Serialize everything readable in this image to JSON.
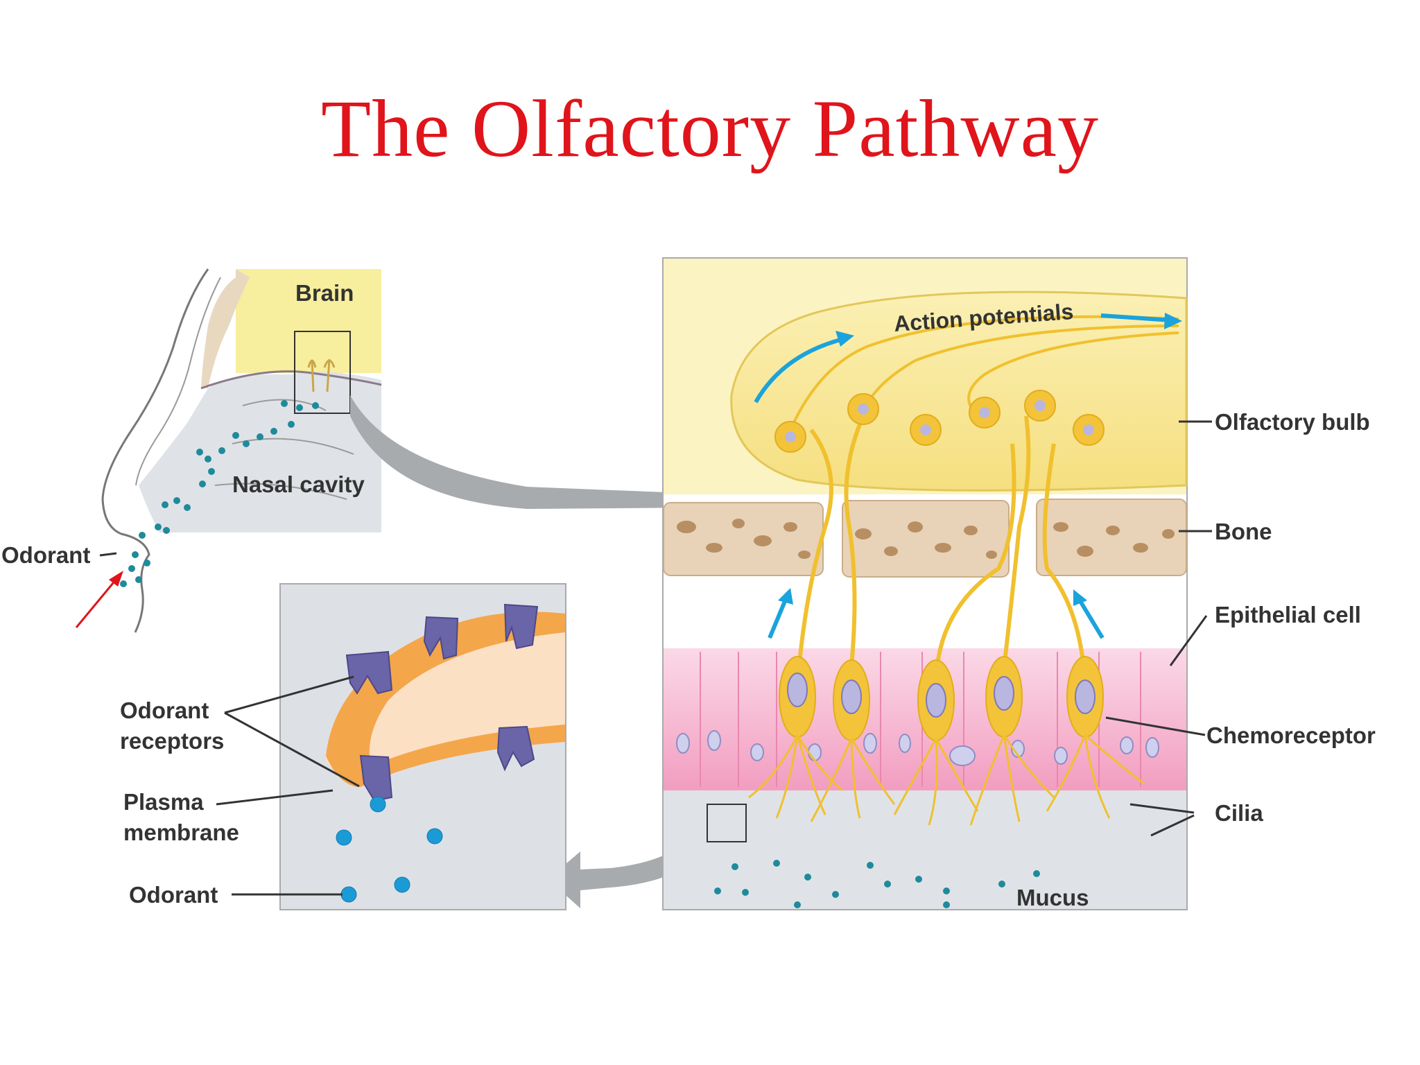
{
  "title": "The Olfactory Pathway",
  "labels": {
    "brain": "Brain",
    "nasal_cavity": "Nasal cavity",
    "odorant_nose": "Odorant",
    "odorant_receptors_line1": "Odorant",
    "odorant_receptors_line2": "receptors",
    "plasma_membrane_line1": "Plasma",
    "plasma_membrane_line2": "membrane",
    "odorant_detail": "Odorant",
    "action_potentials": "Action potentials",
    "olfactory_bulb": "Olfactory bulb",
    "bone": "Bone",
    "epithelial_cell": "Epithelial cell",
    "chemoreceptor": "Chemoreceptor",
    "cilia": "Cilia",
    "mucus": "Mucus"
  },
  "colors": {
    "title": "#e0141b",
    "label_text": "#333333",
    "bulb_yellow": "#f7e58c",
    "neuron": "#f0c02e",
    "epithelium_pink": "#f2a9c6",
    "bone": "#e8d3b8",
    "odorant_dot": "#1b9bd6",
    "receptor": "#6a64a8",
    "membrane": "#f4a64a",
    "panel_gray": "#dde1e6",
    "connector_arrow": "#a7abae",
    "action_arrow": "#1aa3dc",
    "inhale_arrow": "#e0141b"
  }
}
